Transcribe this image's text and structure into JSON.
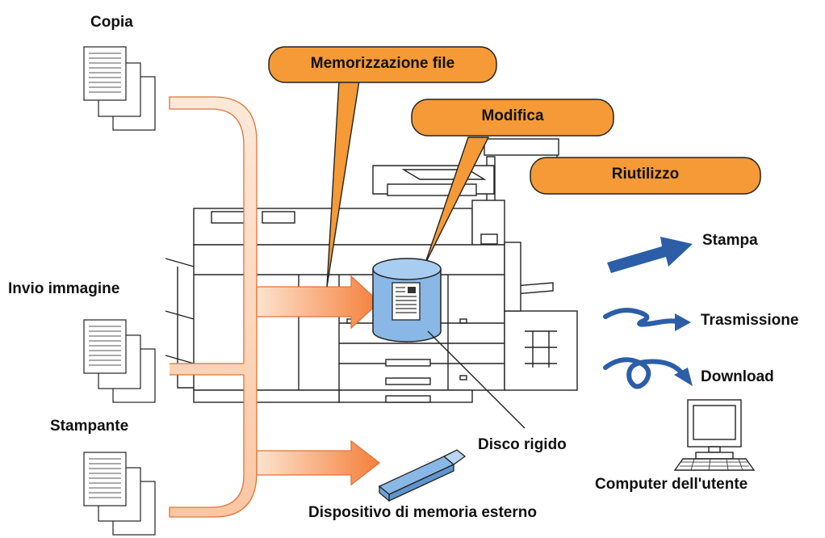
{
  "sources": {
    "copy": "Copia",
    "image_send": "Invio immagine",
    "printer": "Stampante"
  },
  "callouts": {
    "file_storage": "Memorizzazione file",
    "edit": "Modifica",
    "reuse": "Riutilizzo"
  },
  "outputs": {
    "print": "Stampa",
    "transmission": "Trasmissione",
    "download": "Download"
  },
  "devices": {
    "hard_disk": "Disco rigido",
    "external_memory": "Dispositivo di memoria esterno",
    "user_computer": "Computer dell'utente"
  },
  "colors": {
    "callout_orange": "#f59a36",
    "flow_orange": "#f7b98a",
    "disk_blue": "#8ab8e6",
    "arrow_blue": "#2c5ea8"
  }
}
